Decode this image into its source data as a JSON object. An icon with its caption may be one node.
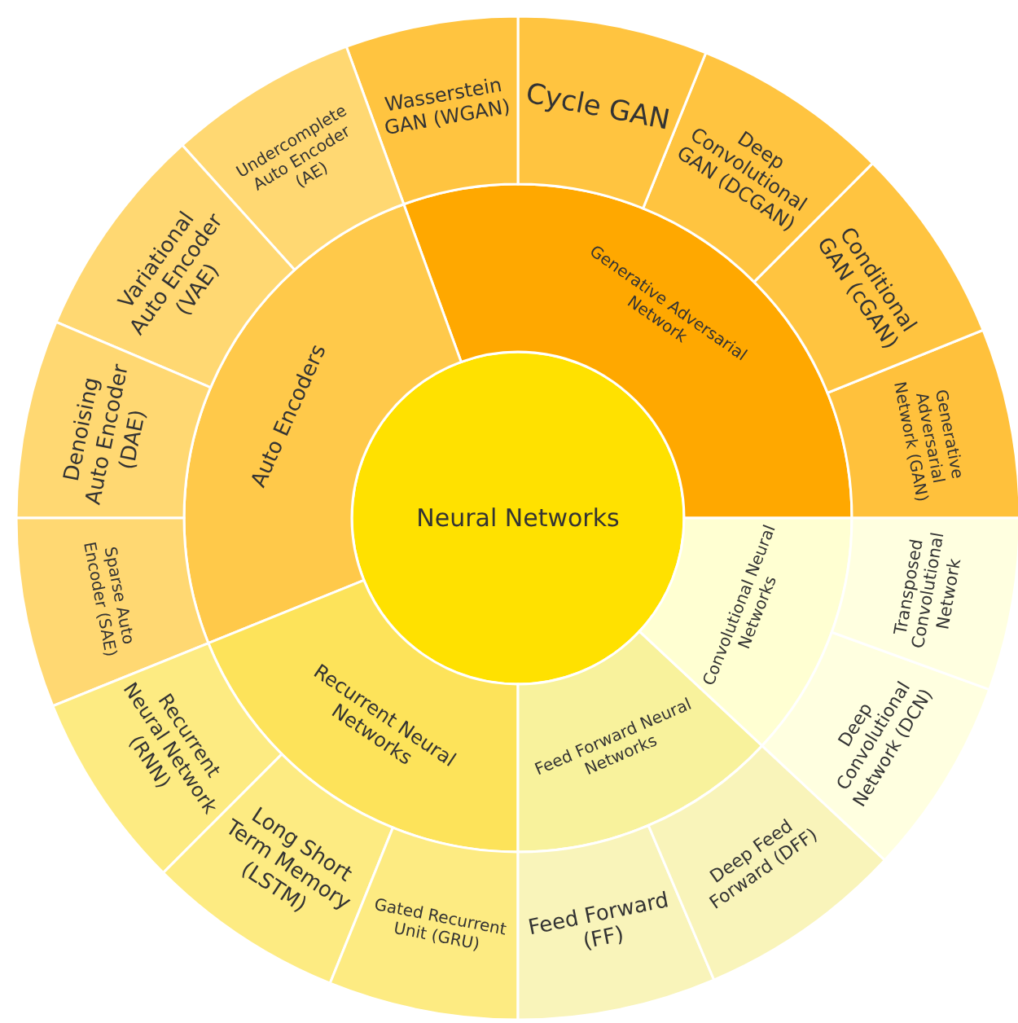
{
  "diagram": {
    "nodes": [
      {
        "text": [
          "Neural Networks"
        ]
      },
      {
        "text": [
          "Generative Adversarial Network"
        ]
      },
      {
        "text": [
          "Auto Encoders"
        ]
      },
      {
        "text": [
          "Recurrent Neural Networks"
        ]
      },
      {
        "text": [
          "Feed Forward Neural Networks"
        ]
      },
      {
        "text": [
          "Convolutional Neural Networks"
        ]
      },
      {
        "text": [
          "Generative Adversarial Network (GAN)"
        ]
      },
      {
        "text": [
          "Conditional GAN (cGAN)"
        ]
      },
      {
        "text": [
          "Deep Convolutional GAN (DCGAN)"
        ]
      },
      {
        "text": [
          "Cycle GAN"
        ]
      },
      {
        "text": [
          "Wasserstein GAN (WGAN)"
        ]
      },
      {
        "text": [
          "Undercomplete Auto Encoder (AE)"
        ]
      },
      {
        "text": [
          "Variational Auto Encoder (VAE)"
        ]
      },
      {
        "text": [
          "Denoising Auto Encoder (DAE)"
        ]
      },
      {
        "text": [
          "Sparse Auto Encoder (SAE)"
        ]
      },
      {
        "text": [
          "Recurrent Neural Network (RNN)"
        ]
      },
      {
        "text": [
          "Long Short Term Memory (LSTM)"
        ]
      },
      {
        "text": [
          "Gated Recurrent Unit (GRU)"
        ]
      },
      {
        "text": [
          "Feed Forward (FF)"
        ]
      },
      {
        "text": [
          "Deep Feed Forward (DFF)"
        ]
      },
      {
        "text": [
          "Deep Convolutional Network (DCN)"
        ]
      },
      {
        "text": [
          "Transposed Convolutional Network"
        ]
      }
    ]
  }
}
